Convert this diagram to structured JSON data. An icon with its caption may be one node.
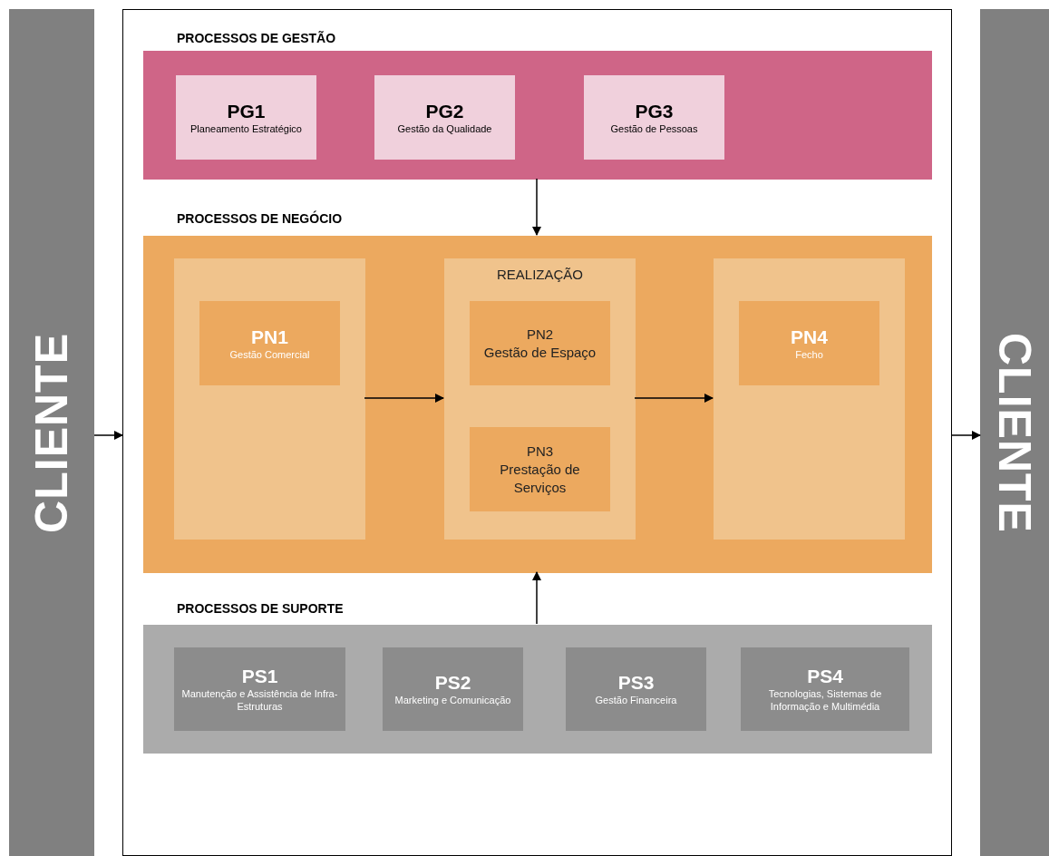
{
  "diagram": {
    "nodes": [
      {
        "text": [
          "CLIENTE"
        ]
      },
      {
        "text": [],
        "shape": "box"
      },
      {
        "text": [
          "PROCESSOS DE GESTÃO"
        ],
        "in": 1
      },
      {
        "text": [
          "PG1",
          "Planeamento Estratégico"
        ],
        "in": 2
      },
      {
        "text": [
          "PG2",
          "Gestão da Qualidade"
        ],
        "in": 2
      },
      {
        "text": [
          "PG3",
          "Gestão de Pessoas"
        ],
        "in": 2
      },
      {
        "text": [
          "PROCESSOS DE NEGÓCIO"
        ],
        "in": 1
      },
      {
        "text": [],
        "shape": "box",
        "in": 6
      },
      {
        "text": [
          "PN1",
          "Gestão Comercial"
        ],
        "in": 7
      },
      {
        "text": [
          "REALIZAÇÃO"
        ],
        "in": 6
      },
      {
        "text": [
          "PN2",
          "Gestão de Espaço"
        ],
        "in": 9
      },
      {
        "text": [
          "PN3",
          "Prestação de Serviços"
        ],
        "in": 9
      },
      {
        "text": [],
        "shape": "box",
        "in": 6
      },
      {
        "text": [
          "PN4",
          "Fecho"
        ],
        "in": 12
      },
      {
        "text": [
          "PROCESSOS DE SUPORTE"
        ],
        "in": 1
      },
      {
        "text": [
          "PS1",
          "Manutenção e Assistência de Infra-Estruturas"
        ],
        "in": 14
      },
      {
        "text": [
          "PS2",
          "Marketing e Comunicação"
        ],
        "in": 14
      },
      {
        "text": [
          "PS3",
          "Gestão Financeira"
        ],
        "in": 14
      },
      {
        "text": [
          "PS4",
          "Tecnologias, Sistemas de Informação e Multimédia"
        ],
        "in": 14
      },
      {
        "text": [
          "CLIENTE"
        ]
      }
    ],
    "edges": [
      {
        "from": 0,
        "to": 1,
        "arrow": "to"
      },
      {
        "from": 1,
        "to": 19,
        "arrow": "to"
      },
      {
        "from": 2,
        "to": 6,
        "arrow": "to"
      },
      {
        "from": 14,
        "to": 6,
        "arrow": "to"
      },
      {
        "from": 7,
        "to": 9,
        "arrow": "to"
      },
      {
        "from": 9,
        "to": 12,
        "arrow": "to"
      }
    ]
  }
}
